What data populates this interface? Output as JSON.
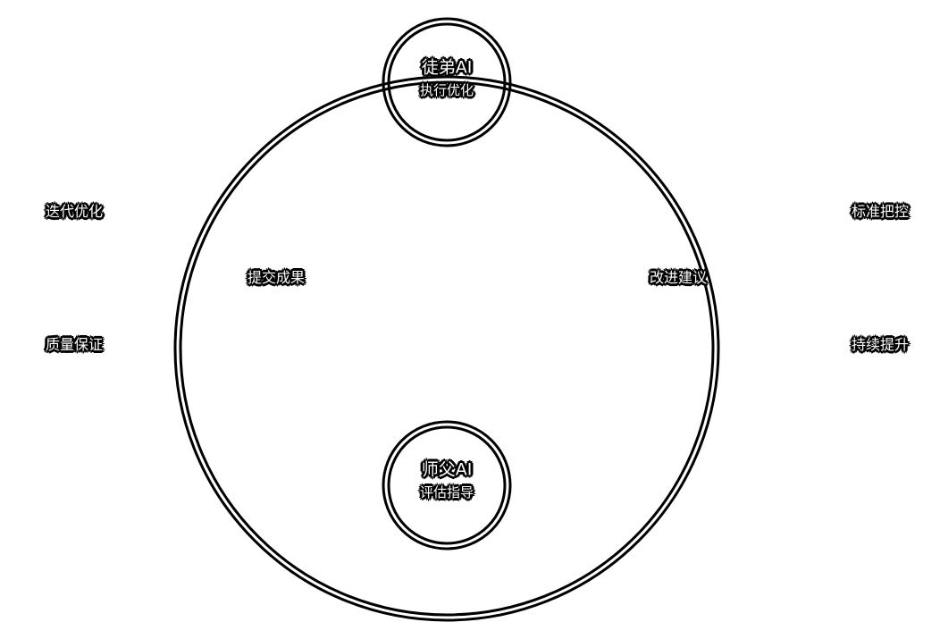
{
  "nodes": {
    "apprentice": {
      "title": "徒弟AI",
      "subtitle": "执行优化"
    },
    "master": {
      "title": "师父AI",
      "subtitle": "评估指导"
    }
  },
  "cycle_labels": {
    "left": "提交成果",
    "right": "改进建议"
  },
  "side_labels": {
    "left_top": "迭代优化",
    "left_bottom": "质量保证",
    "right_top": "标准把控",
    "right_bottom": "持续提升"
  },
  "colors": {
    "stroke": "#000000",
    "background": "#ffffff",
    "text": "#ffffff"
  }
}
